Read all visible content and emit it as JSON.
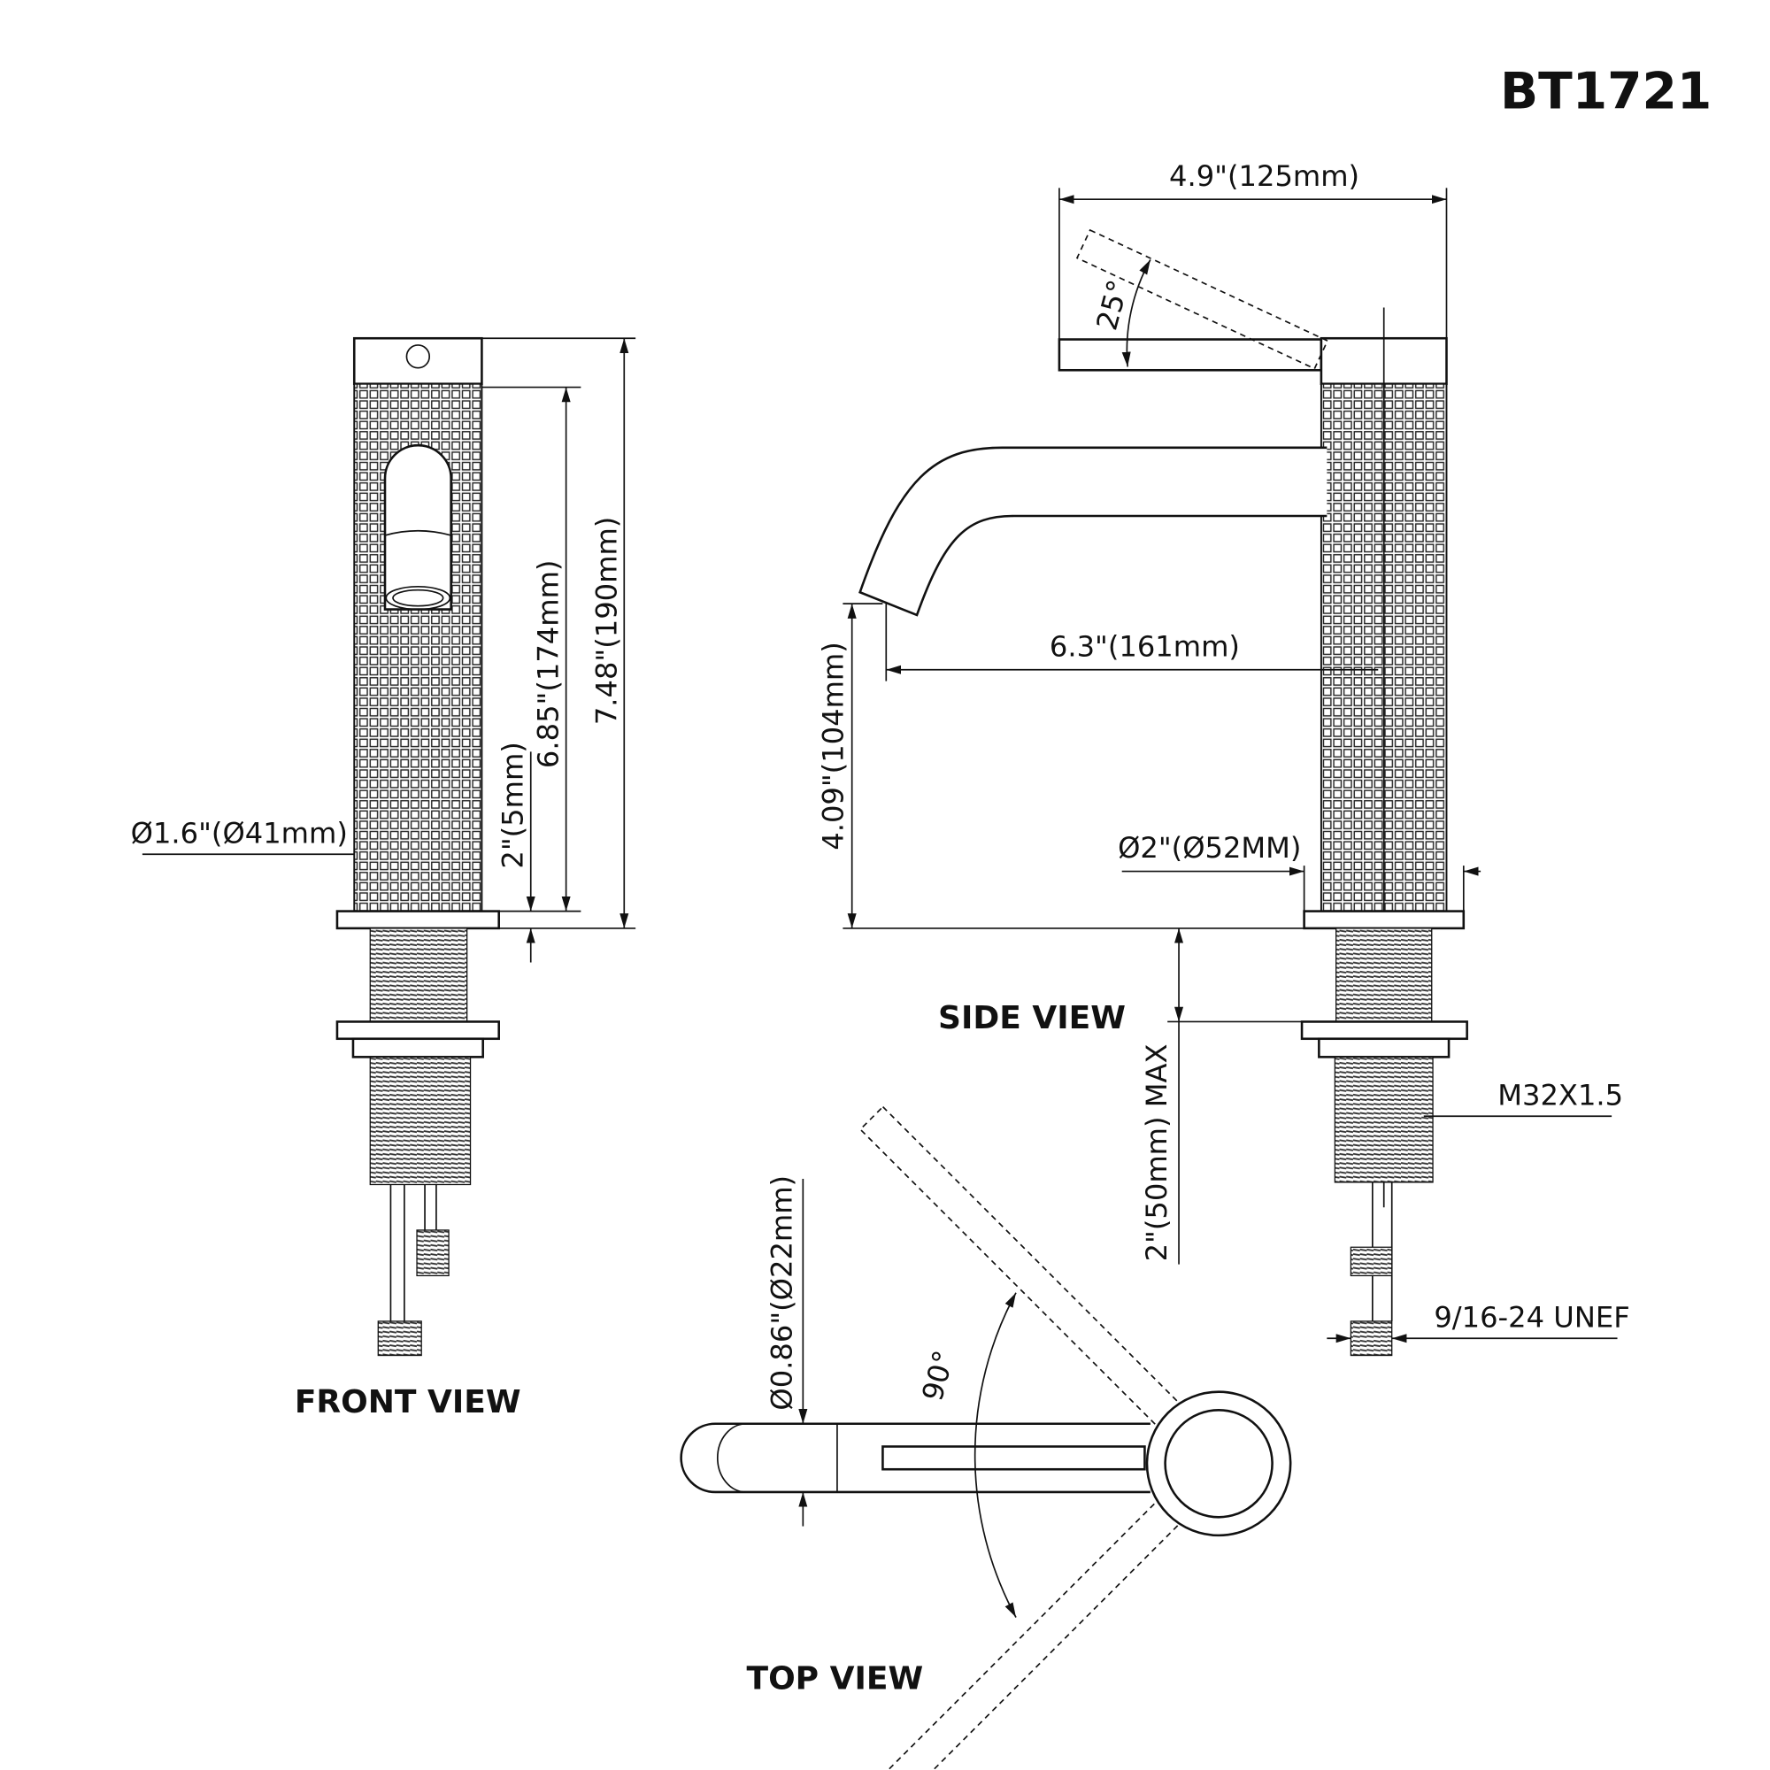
{
  "model": "BT1721",
  "front_view": {
    "label": "FRONT VIEW",
    "dim_total_height": "7.48\"(190mm)",
    "dim_body_height": "6.85\"(174mm)",
    "dim_base": "2\"(5mm)",
    "dim_diameter": "Ø1.6\"(Ø41mm)"
  },
  "side_view": {
    "label": "SIDE VIEW",
    "dim_width": "4.9\"(125mm)",
    "dim_angle": "25°",
    "dim_reach": "6.3\"(161mm)",
    "dim_spout_height": "4.09\"(104mm)",
    "dim_base_diameter": "Ø2\"(Ø52MM)",
    "dim_deck_thickness": "2\"(50mm) MAX",
    "thread_label": "M32X1.5",
    "connector_label": "9/16-24 UNEF"
  },
  "top_view": {
    "label": "TOP VIEW",
    "dim_handle_diameter": "Ø0.86\"(Ø22mm)",
    "dim_rotation": "90°"
  }
}
